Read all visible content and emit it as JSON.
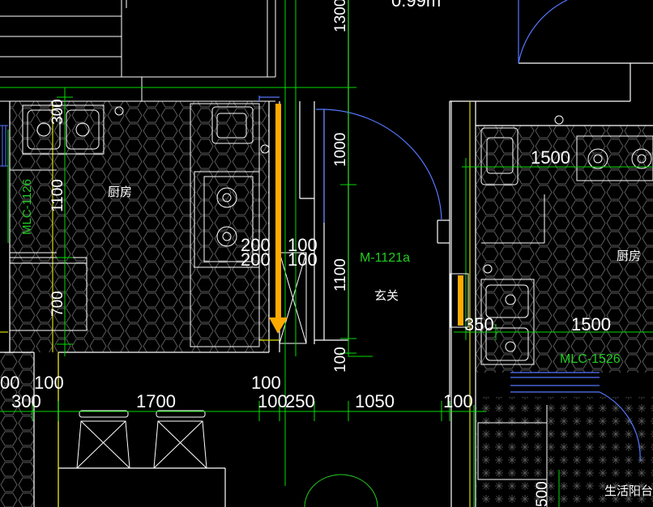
{
  "colors": {
    "background": "#000000",
    "wall": "#ffffff",
    "dimension_line": "#00dd00",
    "axis_line": "#ffff00",
    "door_arc": "#5577ff",
    "tag_text": "#22cc22",
    "arrow": "#ffaa00",
    "hatch": "#6b6b6b"
  },
  "top_label": "0.99m",
  "rooms": {
    "kitchen_left": "厨房",
    "kitchen_right": "厨房",
    "entrance": "玄关",
    "balcony": "生活阳台"
  },
  "tags": {
    "window_left": "MLC-1126",
    "door_entrance": "M-1121a",
    "window_right": "MLC-1526"
  },
  "dimensions": {
    "left_300": "300",
    "left_1100": "1100",
    "left_700": "700",
    "top_1300": "1300",
    "mid_1000": "1000",
    "mid_1100": "1100",
    "mid_100": "100",
    "wall_200_a": "200",
    "wall_100_a": "100",
    "wall_200_b": "200",
    "wall_100_b": "100",
    "right_1500_top": "1500",
    "right_350": "350",
    "right_1500_bottom": "1500",
    "bottom_00": "00",
    "bottom_100_a": "100",
    "bottom_300": "300",
    "bottom_1700": "1700",
    "bottom_100_b": "100",
    "bottom_100_c": "100",
    "bottom_250": "250",
    "bottom_1050": "1050",
    "bottom_100_d": "100",
    "bottom_right_500": "500"
  }
}
